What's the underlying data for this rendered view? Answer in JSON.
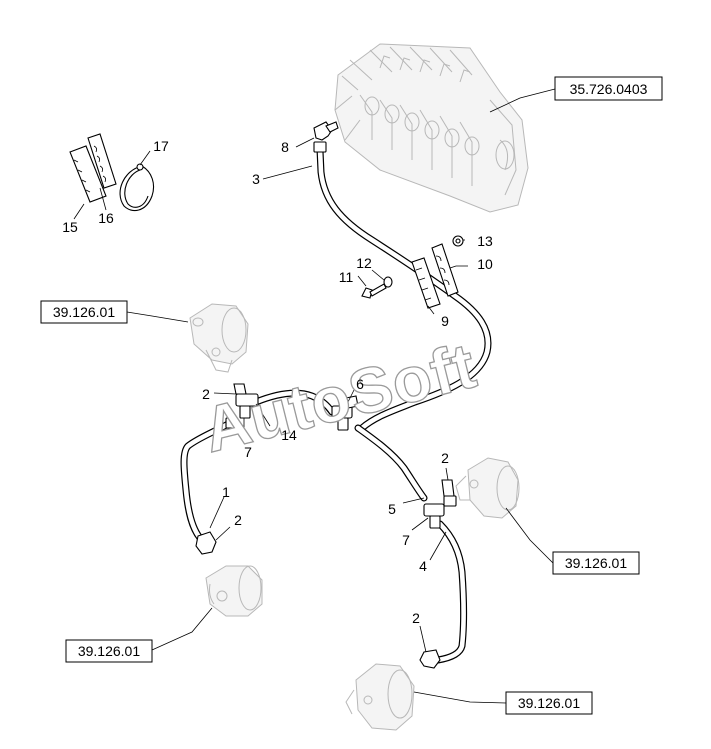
{
  "diagram": {
    "watermark": "AutoSoft",
    "references": {
      "valve_block": "35.726.0403",
      "actuator_top_left": "39.126.01",
      "actuator_right": "39.126.01",
      "actuator_bottom_left": "39.126.01",
      "actuator_bottom": "39.126.01"
    },
    "callouts": {
      "c1": "1",
      "c2a": "2",
      "c2b": "2",
      "c2c": "2",
      "c2d": "2",
      "c3": "3",
      "c4": "4",
      "c5": "5",
      "c6": "6",
      "c7a": "7",
      "c7b": "7",
      "c8": "8",
      "c9": "9",
      "c10": "10",
      "c11": "11",
      "c12": "12",
      "c13": "13",
      "c14": "14",
      "c15": "15",
      "c16": "16",
      "c17": "17"
    }
  }
}
